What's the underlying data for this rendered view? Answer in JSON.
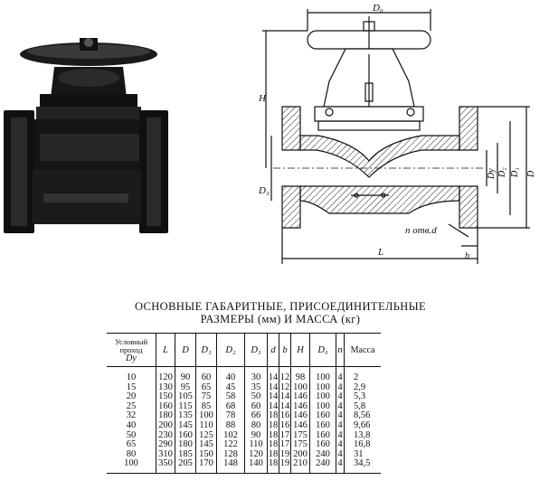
{
  "drawing_labels": {
    "d0": "D₀",
    "h": "H",
    "dy": "Dу",
    "d2": "D₂",
    "d1": "D₁",
    "d": "D",
    "d3": "D₃",
    "holes": "n отв.d",
    "l": "L",
    "b": "b"
  },
  "table": {
    "title_line1": "ОСНОВНЫЕ ГАБАРИТНЫЕ, ПРИСОЕДИНИТЕЛЬНЫЕ",
    "title_line2": "РАЗМЕРЫ (мм) И МАССА (кг)",
    "headers": {
      "nominal_1": "Условный",
      "nominal_2": "проход",
      "nominal_3": "Dу",
      "L": "L",
      "D": "D",
      "D1": "D₁",
      "D2": "D₂",
      "D3": "D₃",
      "d": "d",
      "b": "b",
      "H": "H",
      "D0": "D₀",
      "n": "n",
      "mass": "Масса"
    },
    "rows": [
      {
        "dy": "10",
        "L": "120",
        "D": "90",
        "D1": "60",
        "D2": "40",
        "D3": "30",
        "d": "14",
        "b": "12",
        "H": "98",
        "D0": "100",
        "n": "4",
        "mass": "2"
      },
      {
        "dy": "15",
        "L": "130",
        "D": "95",
        "D1": "65",
        "D2": "45",
        "D3": "35",
        "d": "14",
        "b": "12",
        "H": "100",
        "D0": "100",
        "n": "4",
        "mass": "2,9"
      },
      {
        "dy": "20",
        "L": "150",
        "D": "105",
        "D1": "75",
        "D2": "58",
        "D3": "50",
        "d": "14",
        "b": "14",
        "H": "146",
        "D0": "100",
        "n": "4",
        "mass": "5,3"
      },
      {
        "dy": "25",
        "L": "160",
        "D": "115",
        "D1": "85",
        "D2": "68",
        "D3": "60",
        "d": "14",
        "b": "14",
        "H": "146",
        "D0": "100",
        "n": "4",
        "mass": "5,8"
      },
      {
        "dy": "32",
        "L": "180",
        "D": "135",
        "D1": "100",
        "D2": "78",
        "D3": "66",
        "d": "18",
        "b": "16",
        "H": "146",
        "D0": "160",
        "n": "4",
        "mass": "8,56"
      },
      {
        "dy": "40",
        "L": "200",
        "D": "145",
        "D1": "110",
        "D2": "88",
        "D3": "80",
        "d": "18",
        "b": "16",
        "H": "146",
        "D0": "160",
        "n": "4",
        "mass": "9,66"
      },
      {
        "dy": "50",
        "L": "230",
        "D": "160",
        "D1": "125",
        "D2": "102",
        "D3": "90",
        "d": "18",
        "b": "17",
        "H": "175",
        "D0": "160",
        "n": "4",
        "mass": "13,8"
      },
      {
        "dy": "65",
        "L": "290",
        "D": "180",
        "D1": "145",
        "D2": "122",
        "D3": "110",
        "d": "18",
        "b": "17",
        "H": "175",
        "D0": "160",
        "n": "4",
        "mass": "16,8"
      },
      {
        "dy": "80",
        "L": "310",
        "D": "185",
        "D1": "150",
        "D2": "128",
        "D3": "120",
        "d": "18",
        "b": "19",
        "H": "200",
        "D0": "240",
        "n": "4",
        "mass": "31"
      },
      {
        "dy": "100",
        "L": "350",
        "D": "205",
        "D1": "170",
        "D2": "148",
        "D3": "140",
        "d": "18",
        "b": "19",
        "H": "210",
        "D0": "240",
        "n": "4",
        "mass": "34,5"
      }
    ]
  }
}
